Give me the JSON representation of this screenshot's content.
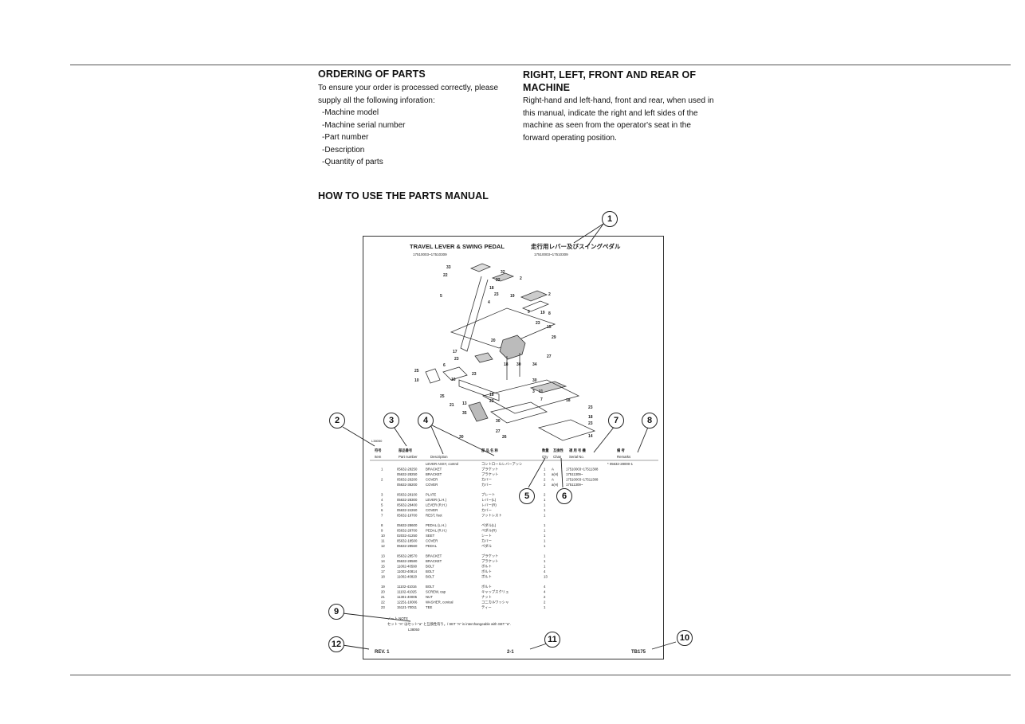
{
  "ordering": {
    "title": "ORDERING OF PARTS",
    "intro": "To ensure your order is processed correctly, please supply all the following inforation:",
    "items": [
      "-Machine model",
      "-Machine serial number",
      "-Part number",
      "-Description",
      "-Quantity of parts"
    ]
  },
  "orientation": {
    "title": "RIGHT, LEFT, FRONT AND REAR OF MACHINE",
    "body": "Right-hand and left-hand, front and rear, when used in this manual, indicate the right and left sides of the machine as seen from the operator's seat in the forward operating position."
  },
  "howto": {
    "title": "HOW TO USE THE PARTS MANUAL"
  },
  "sample_page": {
    "title_en": "TRAVEL LEVER & SWING PEDAL",
    "title_jp": "走行用レバー及びスイングペダル",
    "serial_en": "17510003~17510309",
    "serial_jp": "17510003~17510309",
    "drawing_code": "L38050",
    "columns": [
      {
        "jp": "符号",
        "en": "Item"
      },
      {
        "jp": "部品番号",
        "en": "Part number"
      },
      {
        "jp": "",
        "en": "Description"
      },
      {
        "jp": "部 品 名 称",
        "en": ""
      },
      {
        "jp": "数量",
        "en": "Q'ty"
      },
      {
        "jp": "互換性",
        "en": "Chan"
      },
      {
        "jp": "適 用 号 機",
        "en": "Serial No."
      },
      {
        "jp": "備 考",
        "en": "Remarks"
      }
    ],
    "rows": [
      [
        "",
        "",
        "LEVER ASSY, control",
        "コントロールレバーアッシ",
        "",
        "",
        "",
        "* 05632-28000-1"
      ],
      [
        "1",
        "05632-28250",
        "BRACKET",
        "ブラケット",
        "1",
        "A",
        "17510003~17511308",
        ""
      ],
      [
        "",
        "05632-28250",
        "BRACKET",
        "ブラケット",
        "1",
        "a(H)",
        "17511309~",
        ""
      ],
      [
        "2",
        "05632-26200",
        "COVER",
        "カバー",
        "2",
        "A",
        "17510003~17511308",
        ""
      ],
      [
        "",
        "05632-36200",
        "COVER",
        "カバー",
        "2",
        "a(H)",
        "17511309~",
        ""
      ],
      [
        "3",
        "05632-28100",
        "PLATE",
        "プレート",
        "2",
        "",
        "",
        ""
      ],
      [
        "4",
        "05632-28300",
        "LEVER (L.H.)",
        "レバー(L)",
        "1",
        "",
        "",
        ""
      ],
      [
        "5",
        "05632-28400",
        "LEVER (R.H.)",
        "レバー(R)",
        "1",
        "",
        "",
        ""
      ],
      [
        "6",
        "05632-24260",
        "COVER",
        "カバー",
        "1",
        "",
        "",
        ""
      ],
      [
        "7",
        "05632-19700",
        "REST, foot",
        "フットレスト",
        "1",
        "",
        "",
        ""
      ],
      [
        "8",
        "05632-28600",
        "PEDAL (L.H.)",
        "ペダル(L)",
        "1",
        "",
        "",
        ""
      ],
      [
        "9",
        "05632-28700",
        "PEDAL (R.H.)",
        "ペダル(R)",
        "1",
        "",
        "",
        ""
      ],
      [
        "10",
        "02032-41250",
        "SEET",
        "シート",
        "1",
        "",
        "",
        ""
      ],
      [
        "11",
        "05632-18500",
        "COVER",
        "カバー",
        "1",
        "",
        "",
        ""
      ],
      [
        "12",
        "05632-28560",
        "PEDAL",
        "ペダル",
        "1",
        "",
        "",
        ""
      ],
      [
        "13",
        "05632-28570",
        "BRACKET",
        "ブラケット",
        "1",
        "",
        "",
        ""
      ],
      [
        "14",
        "05632-28580",
        "BRACKET",
        "ブラケット",
        "1",
        "",
        "",
        ""
      ],
      [
        "15",
        "11002-40590",
        "BOLT",
        "ボルト",
        "1",
        "",
        "",
        ""
      ],
      [
        "17",
        "11002-40814",
        "BOLT",
        "ボルト",
        "4",
        "",
        "",
        ""
      ],
      [
        "18",
        "11002-40820",
        "BOLT",
        "ボルト",
        "13",
        "",
        "",
        ""
      ],
      [
        "19",
        "11102-41016",
        "BOLT",
        "ボルト",
        "4",
        "",
        "",
        ""
      ],
      [
        "20",
        "11102-41025",
        "SCREW, cap",
        "キャップスクリュ",
        "4",
        "",
        "",
        ""
      ],
      [
        "21",
        "11301-40005",
        "NUT",
        "ナット",
        "2",
        "",
        "",
        ""
      ],
      [
        "22",
        "12251-10006",
        "WASHER, conical",
        "コニカルワッシャ",
        "2",
        "",
        "",
        ""
      ],
      [
        "23",
        "15121-70011",
        "TEE",
        "ティー",
        "1",
        "",
        "",
        ""
      ]
    ],
    "note_label_jp": "ノート",
    "note_label_en": "NOTE",
    "note_text": "セット \"A\" はセット\"a\" と互換性有り。/ SET \"A\" is interchangeable with SET \"a\".",
    "note_code": "L38050",
    "rev": "REV. 1",
    "page_no": "2-1",
    "code": "TB175",
    "diagram_labels": [
      "33",
      "22",
      "32",
      "22",
      "2",
      "18",
      "23",
      "19",
      "5",
      "4",
      "2",
      "9",
      "19",
      "8",
      "23",
      "15",
      "20",
      "29",
      "17",
      "27",
      "23",
      "34",
      "25",
      "6",
      "18",
      "30",
      "10",
      "16",
      "23",
      "30",
      "3",
      "11",
      "18",
      "25",
      "13",
      "21",
      "18",
      "23",
      "7",
      "23",
      "35",
      "30",
      "27",
      "26",
      "30",
      "18",
      "23",
      "14"
    ]
  },
  "callouts": [
    "1",
    "2",
    "3",
    "4",
    "5",
    "6",
    "7",
    "8",
    "9",
    "10",
    "11",
    "12"
  ]
}
